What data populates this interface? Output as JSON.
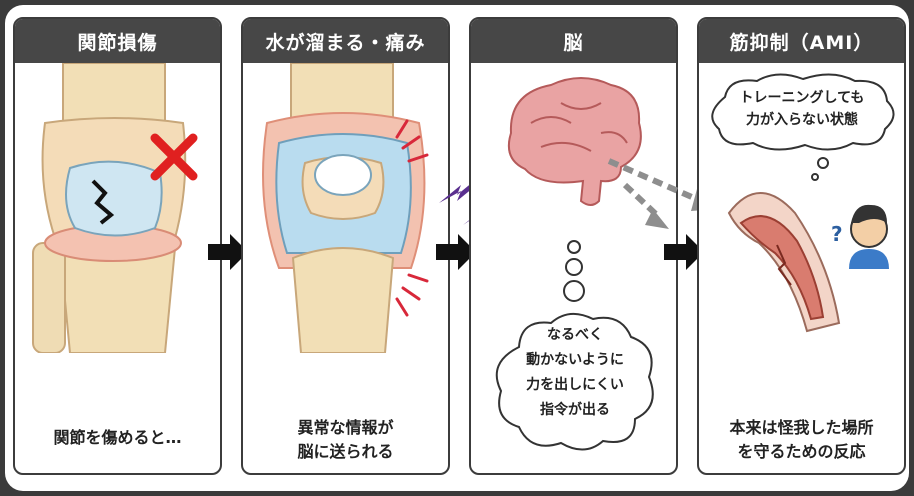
{
  "panels": [
    {
      "title": "関節損傷",
      "caption_lines": [
        "関節を傷めると…"
      ]
    },
    {
      "title": "水が溜まる・痛み",
      "caption_lines": [
        "異常な情報が",
        "脳に送られる"
      ]
    },
    {
      "title": "脳",
      "bubble_lines": [
        "なるべく",
        "動かないように",
        "力を出しにくい",
        "指令が出る"
      ]
    },
    {
      "title": "筋抑制（AMI）",
      "bubble_lines": [
        "トレーニングしても",
        "力が入らない状態"
      ],
      "caption_lines": [
        "本来は怪我した場所",
        "を守るための反応"
      ]
    }
  ],
  "icons": [
    "cross-mark-icon",
    "right-arrow-icon",
    "lightning-bolt-icon",
    "dashed-arrow-icon",
    "question-mark-icon"
  ],
  "colors": {
    "header": "#474747",
    "cross": "#e02020",
    "lightning": "#5a2f8f",
    "arrow": "#111111",
    "bone": "#f2dfb6",
    "cartilage": "#cfe6f2",
    "swelling": "#f2b2a0",
    "brain": "#e9a3a3",
    "muscle": "#d97c6f"
  }
}
